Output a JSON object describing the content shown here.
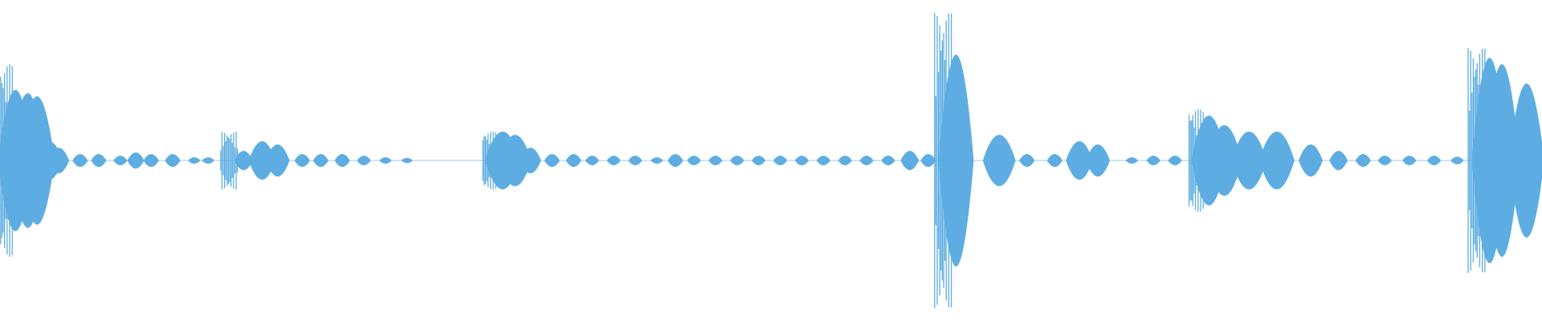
{
  "waveform": {
    "color": "#5DADE2",
    "background": "#ffffff",
    "bursts": [
      {
        "pos": 0.002,
        "peak": 0.3,
        "kind": "spike"
      },
      {
        "pos": 0.01,
        "peak": 0.22,
        "kind": "pulse"
      },
      {
        "pos": 0.018,
        "peak": 0.21,
        "kind": "pulse"
      },
      {
        "pos": 0.024,
        "peak": 0.2,
        "kind": "pulse"
      },
      {
        "pos": 0.032,
        "peak": 0.06,
        "kind": "pulse"
      },
      {
        "pos": 0.038,
        "peak": 0.04,
        "kind": "pulse"
      },
      {
        "pos": 0.052,
        "peak": 0.02,
        "kind": "pulse"
      },
      {
        "pos": 0.064,
        "peak": 0.02,
        "kind": "pulse"
      },
      {
        "pos": 0.078,
        "peak": 0.015,
        "kind": "pulse"
      },
      {
        "pos": 0.088,
        "peak": 0.025,
        "kind": "pulse"
      },
      {
        "pos": 0.098,
        "peak": 0.02,
        "kind": "pulse"
      },
      {
        "pos": 0.112,
        "peak": 0.02,
        "kind": "pulse"
      },
      {
        "pos": 0.126,
        "peak": 0.01,
        "kind": "pulse"
      },
      {
        "pos": 0.135,
        "peak": 0.01,
        "kind": "pulse"
      },
      {
        "pos": 0.148,
        "peak": 0.09,
        "kind": "spike"
      },
      {
        "pos": 0.158,
        "peak": 0.03,
        "kind": "pulse"
      },
      {
        "pos": 0.17,
        "peak": 0.06,
        "kind": "pulse"
      },
      {
        "pos": 0.18,
        "peak": 0.05,
        "kind": "pulse"
      },
      {
        "pos": 0.196,
        "peak": 0.02,
        "kind": "pulse"
      },
      {
        "pos": 0.208,
        "peak": 0.02,
        "kind": "pulse"
      },
      {
        "pos": 0.222,
        "peak": 0.02,
        "kind": "pulse"
      },
      {
        "pos": 0.236,
        "peak": 0.015,
        "kind": "pulse"
      },
      {
        "pos": 0.25,
        "peak": 0.01,
        "kind": "pulse"
      },
      {
        "pos": 0.264,
        "peak": 0.008,
        "kind": "pulse"
      },
      {
        "pos": 0.318,
        "peak": 0.09,
        "kind": "spike"
      },
      {
        "pos": 0.326,
        "peak": 0.09,
        "kind": "pulse"
      },
      {
        "pos": 0.334,
        "peak": 0.08,
        "kind": "pulse"
      },
      {
        "pos": 0.344,
        "peak": 0.04,
        "kind": "pulse"
      },
      {
        "pos": 0.358,
        "peak": 0.02,
        "kind": "pulse"
      },
      {
        "pos": 0.372,
        "peak": 0.02,
        "kind": "pulse"
      },
      {
        "pos": 0.384,
        "peak": 0.015,
        "kind": "pulse"
      },
      {
        "pos": 0.398,
        "peak": 0.015,
        "kind": "pulse"
      },
      {
        "pos": 0.412,
        "peak": 0.015,
        "kind": "pulse"
      },
      {
        "pos": 0.426,
        "peak": 0.01,
        "kind": "pulse"
      },
      {
        "pos": 0.438,
        "peak": 0.02,
        "kind": "pulse"
      },
      {
        "pos": 0.45,
        "peak": 0.015,
        "kind": "pulse"
      },
      {
        "pos": 0.464,
        "peak": 0.015,
        "kind": "pulse"
      },
      {
        "pos": 0.478,
        "peak": 0.015,
        "kind": "pulse"
      },
      {
        "pos": 0.492,
        "peak": 0.015,
        "kind": "pulse"
      },
      {
        "pos": 0.506,
        "peak": 0.015,
        "kind": "pulse"
      },
      {
        "pos": 0.52,
        "peak": 0.015,
        "kind": "pulse"
      },
      {
        "pos": 0.534,
        "peak": 0.015,
        "kind": "pulse"
      },
      {
        "pos": 0.548,
        "peak": 0.015,
        "kind": "pulse"
      },
      {
        "pos": 0.562,
        "peak": 0.015,
        "kind": "pulse"
      },
      {
        "pos": 0.576,
        "peak": 0.015,
        "kind": "pulse"
      },
      {
        "pos": 0.59,
        "peak": 0.03,
        "kind": "pulse"
      },
      {
        "pos": 0.602,
        "peak": 0.02,
        "kind": "pulse"
      },
      {
        "pos": 0.611,
        "peak": 0.46,
        "kind": "spike"
      },
      {
        "pos": 0.62,
        "peak": 0.33,
        "kind": "pulse"
      },
      {
        "pos": 0.648,
        "peak": 0.08,
        "kind": "pulse"
      },
      {
        "pos": 0.666,
        "peak": 0.02,
        "kind": "pulse"
      },
      {
        "pos": 0.684,
        "peak": 0.02,
        "kind": "pulse"
      },
      {
        "pos": 0.7,
        "peak": 0.06,
        "kind": "pulse"
      },
      {
        "pos": 0.712,
        "peak": 0.05,
        "kind": "pulse"
      },
      {
        "pos": 0.734,
        "peak": 0.01,
        "kind": "pulse"
      },
      {
        "pos": 0.748,
        "peak": 0.015,
        "kind": "pulse"
      },
      {
        "pos": 0.762,
        "peak": 0.015,
        "kind": "pulse"
      },
      {
        "pos": 0.776,
        "peak": 0.16,
        "kind": "spike"
      },
      {
        "pos": 0.784,
        "peak": 0.14,
        "kind": "pulse"
      },
      {
        "pos": 0.794,
        "peak": 0.11,
        "kind": "pulse"
      },
      {
        "pos": 0.81,
        "peak": 0.09,
        "kind": "pulse"
      },
      {
        "pos": 0.828,
        "peak": 0.09,
        "kind": "pulse"
      },
      {
        "pos": 0.85,
        "peak": 0.05,
        "kind": "pulse"
      },
      {
        "pos": 0.868,
        "peak": 0.03,
        "kind": "pulse"
      },
      {
        "pos": 0.884,
        "peak": 0.02,
        "kind": "pulse"
      },
      {
        "pos": 0.898,
        "peak": 0.015,
        "kind": "pulse"
      },
      {
        "pos": 0.914,
        "peak": 0.015,
        "kind": "pulse"
      },
      {
        "pos": 0.93,
        "peak": 0.015,
        "kind": "pulse"
      },
      {
        "pos": 0.945,
        "peak": 0.012,
        "kind": "pulse"
      },
      {
        "pos": 0.957,
        "peak": 0.35,
        "kind": "spike"
      },
      {
        "pos": 0.966,
        "peak": 0.32,
        "kind": "pulse"
      },
      {
        "pos": 0.974,
        "peak": 0.3,
        "kind": "pulse"
      },
      {
        "pos": 0.99,
        "peak": 0.24,
        "kind": "pulse"
      }
    ]
  }
}
